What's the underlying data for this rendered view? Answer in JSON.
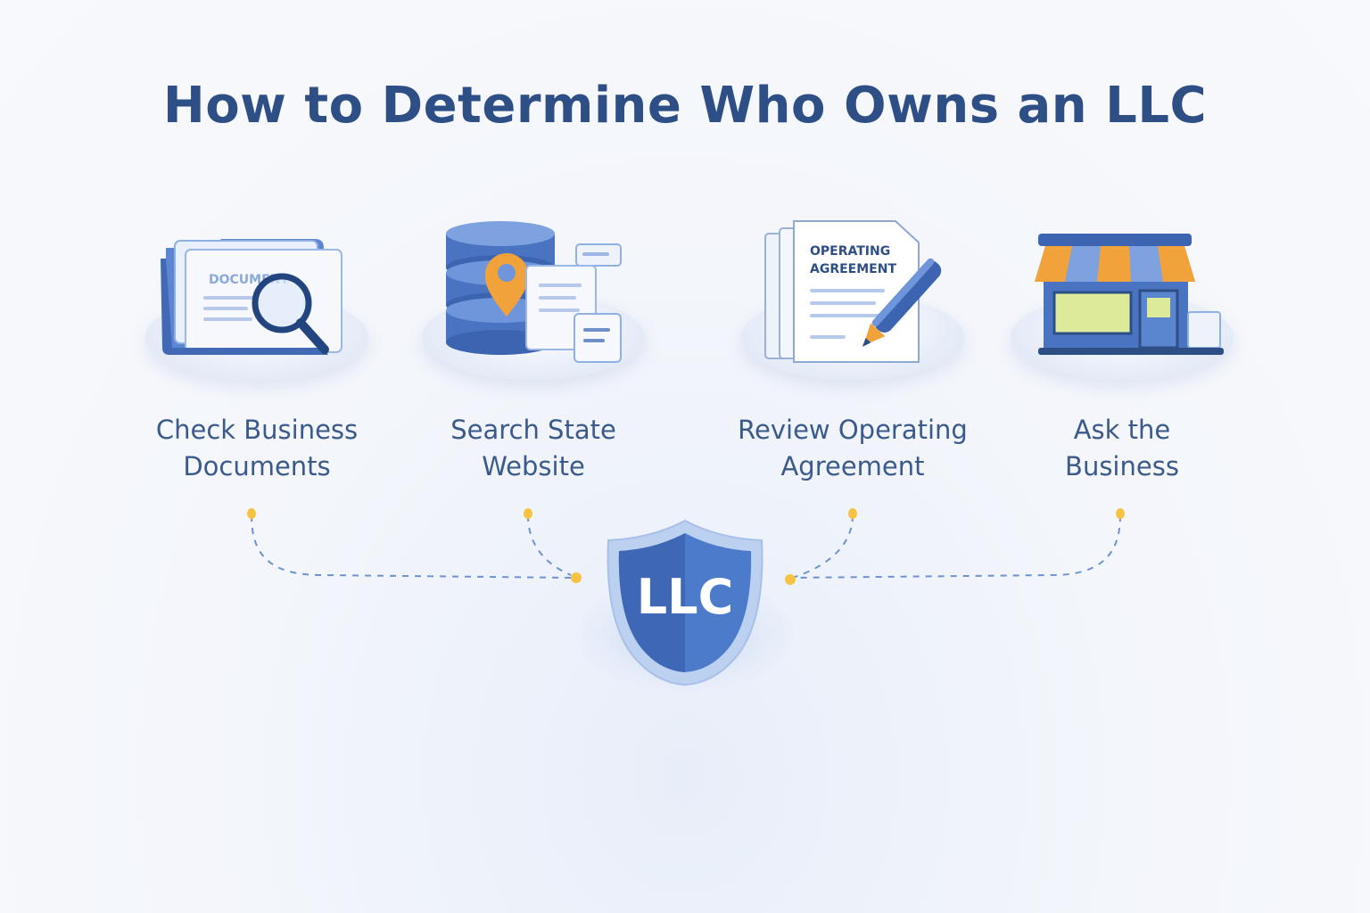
{
  "title": "How to Determine Who Owns an LLC",
  "steps": [
    {
      "label_line1": "Check Business",
      "label_line2": "Documents",
      "icon": "folder-magnifier-icon",
      "doc_text": "DOCUMENT"
    },
    {
      "label_line1": "Search State",
      "label_line2": "Website",
      "icon": "database-location-icon"
    },
    {
      "label_line1": "Review Operating",
      "label_line2": "Agreement",
      "icon": "agreement-pen-icon",
      "doc_line1": "OPERATING",
      "doc_line2": "AGREEMENT"
    },
    {
      "label_line1": "Ask the",
      "label_line2": "Business",
      "icon": "storefront-icon"
    }
  ],
  "hub": {
    "text": "LLC",
    "icon": "shield-icon"
  },
  "colors": {
    "title": "#2e4f86",
    "label": "#3b5a8c",
    "primary": "#4a78c8",
    "accent": "#f2a23a",
    "dot": "#f5c242",
    "connector": "#6d93cf"
  }
}
